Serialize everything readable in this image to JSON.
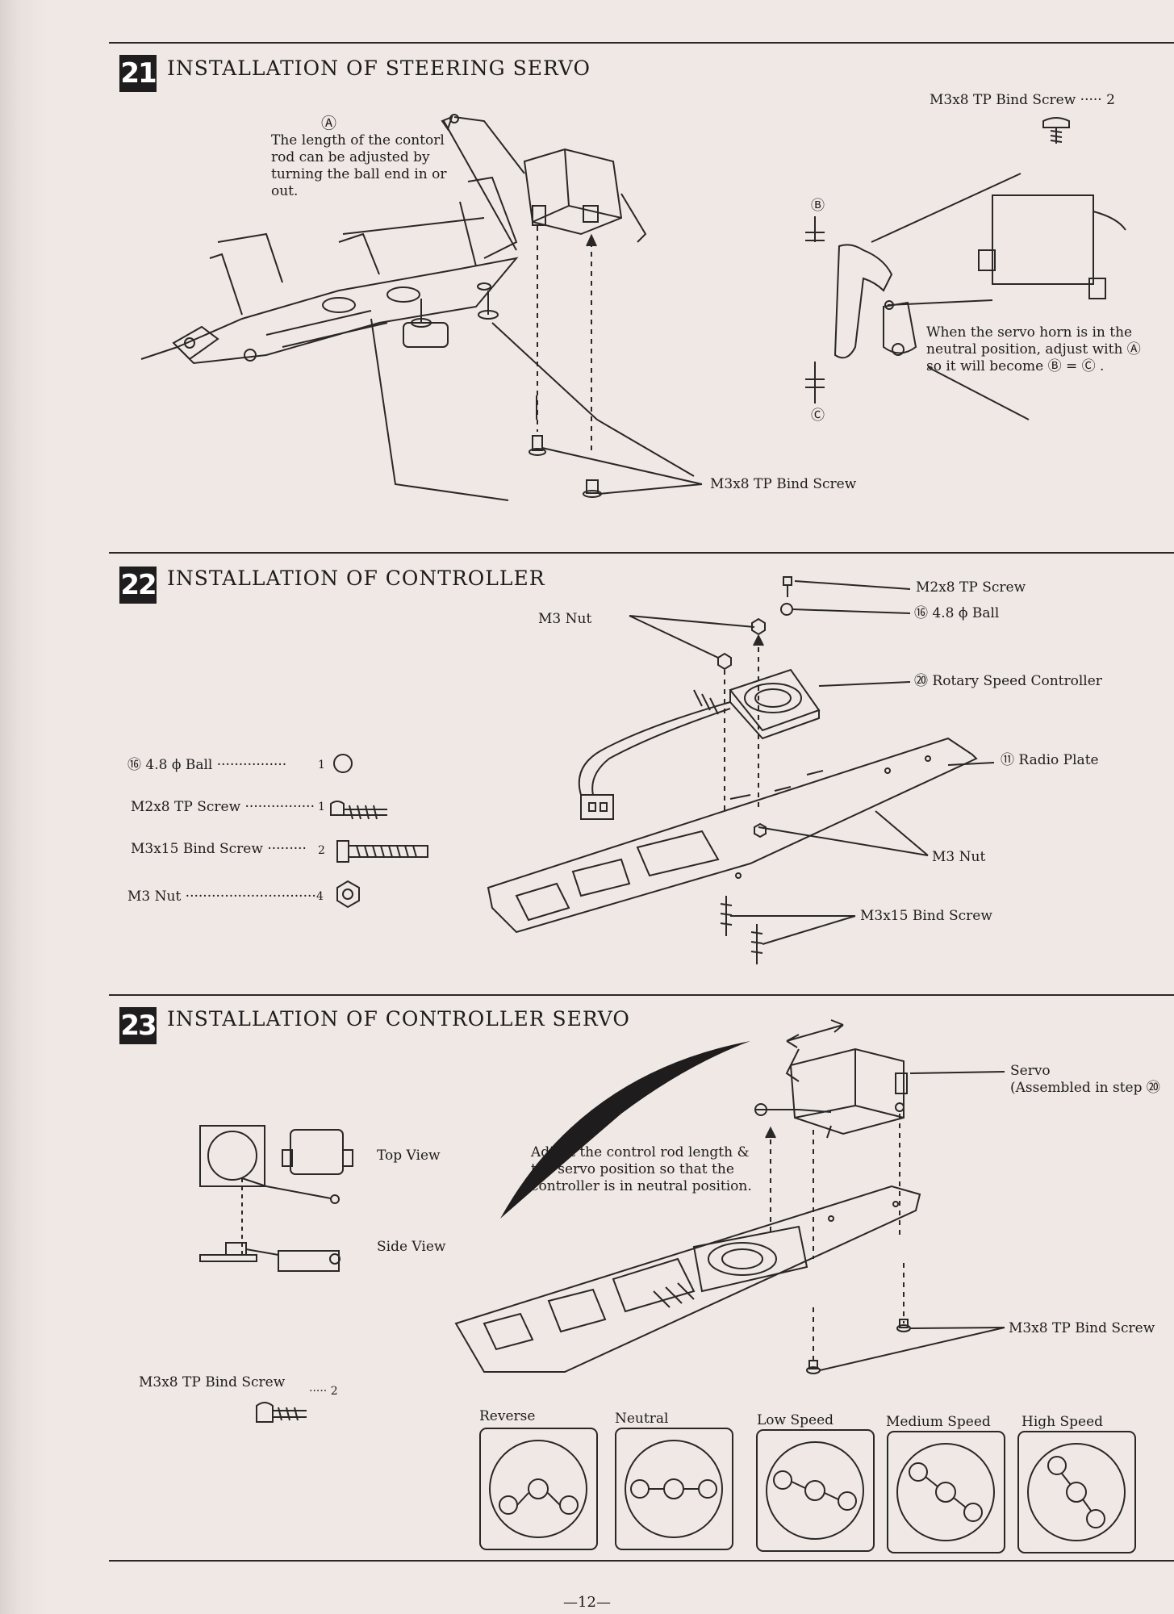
{
  "page_number": "—12—",
  "sections": [
    {
      "number": "21",
      "title": "INSTALLATION OF STEERING SERVO",
      "note_marker": "Ⓐ",
      "note": "The length of the contorl rod can be adjusted by turning the ball end in or out.",
      "part_header": "M3x8 TP Bind Screw ····· 2",
      "marker_b": "Ⓑ",
      "marker_c": "Ⓒ",
      "servo_note": "When the servo horn is in the neutral position, adjust with Ⓐ so it will become Ⓑ = Ⓒ .",
      "screw_label": "M3x8 TP Bind Screw"
    },
    {
      "number": "22",
      "title": "INSTALLATION OF CONTROLLER",
      "parts": [
        {
          "label": "⑯ 4.8 ϕ  Ball ················",
          "qty": "1"
        },
        {
          "label": "M2x8 TP Screw ················",
          "qty": "1"
        },
        {
          "label": "M3x15 Bind Screw ·········",
          "qty": "2"
        },
        {
          "label": "M3 Nut ······························",
          "qty": "4"
        }
      ],
      "callouts": {
        "m3_nut_top": "M3 Nut",
        "m2x8": "M2x8 TP Screw",
        "ball": "⑯ 4.8 ϕ Ball",
        "rotary": "⑳ Rotary Speed Controller",
        "radio_plate": "⑪ Radio Plate",
        "m3_nut_bottom": "M3 Nut",
        "m3x15": "M3x15 Bind Screw"
      }
    },
    {
      "number": "23",
      "title": "INSTALLATION OF CONTROLLER SERVO",
      "top_view": "Top View",
      "side_view": "Side View",
      "adjust_note": "Adjust the control rod length & the servo position so that the controller is in neutral position.",
      "servo_label": "Servo",
      "servo_sub": "(Assembled in step ⑳",
      "screw_label": "M3x8 TP Bind Screw",
      "part": {
        "label": "M3x8 TP Bind Screw",
        "qty": "····· 2"
      },
      "positions": [
        "Reverse",
        "Neutral",
        "Low Speed",
        "Medium Speed",
        "High Speed"
      ]
    }
  ]
}
